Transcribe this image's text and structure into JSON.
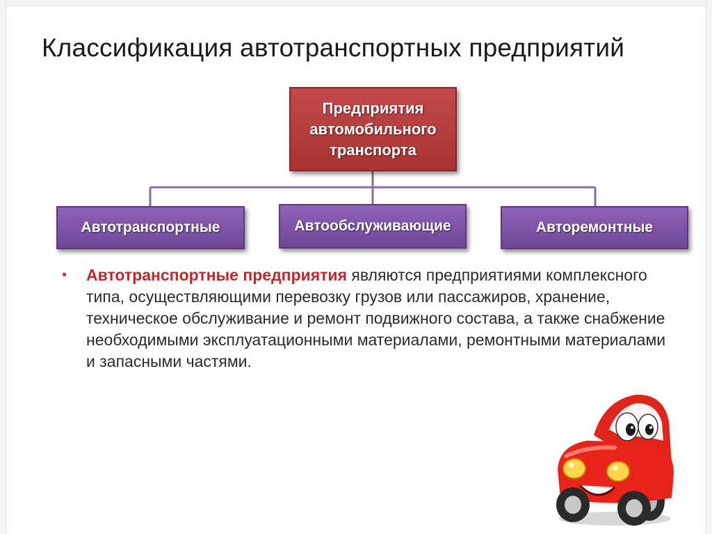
{
  "slide": {
    "title": "Классификация автотранспортных предприятий"
  },
  "diagram": {
    "root": "Предприятия автомобильного транспорта",
    "children": [
      "Автотранспортные",
      "Автообслуживающие",
      "Авторемонтные"
    ],
    "root_color": "#b03a3a",
    "child_color": "#7b52a3",
    "connector_color": "#8e6aa8"
  },
  "description": {
    "bullet": "•",
    "lead": "Автотранспортные предприятия",
    "text": " являются предприятиями комплексного типа, осуществляющими перевозку грузов или пассажиров, хранение, техническое обслуживание и ремонт подвижного состава, а также снабжение необходимыми эксплуатационными материалами, ремонтными материалами и запасными частями."
  },
  "illustration": {
    "icon": "cartoon-car-icon"
  }
}
